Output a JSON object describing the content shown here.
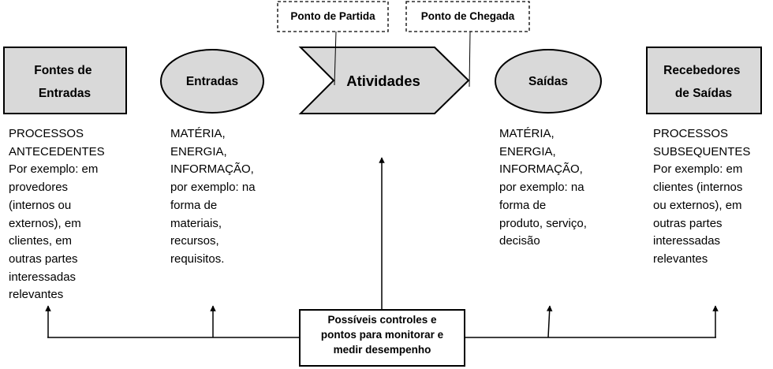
{
  "shapes": {
    "fontes": "Fontes de\nEntradas",
    "entradas": "Entradas",
    "atividades": "Atividades",
    "saidas": "Saídas",
    "recebedores": "Recebedores\nde Saídas",
    "ponto_partida": "Ponto de Partida",
    "ponto_chegada": "Ponto de Chegada",
    "controles": "Possíveis controles e\npontos para monitorar e\nmedir desempenho"
  },
  "descriptions": {
    "fontes": "PROCESSOS\nANTECEDENTES\nPor exemplo: em\nprovedores\n(internos ou\nexternos), em\nclientes, em\noutras partes\ninteressadas\nrelevantes",
    "entradas": "MATÉRIA,\nENERGIA,\nINFORMAÇÃO,\npor exemplo: na\nforma de\nmateriais,\nrecursos,\nrequisitos.",
    "saidas": "MATÉRIA,\nENERGIA,\nINFORMAÇÃO,\npor exemplo: na\nforma de\nproduto, serviço,\ndecisão",
    "recebedores": "PROCESSOS\nSUBSEQUENTES\nPor exemplo: em\nclientes (internos\nou externos), em\noutras partes\ninteressadas\nrelevantes"
  },
  "colors": {
    "shape_fill": "#d9d9d9",
    "stroke": "#000000"
  }
}
